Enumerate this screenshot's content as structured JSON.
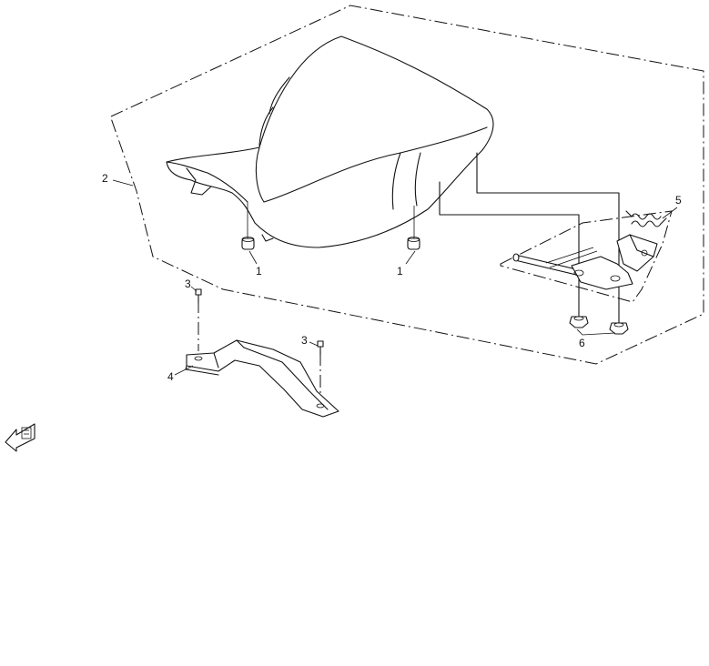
{
  "callouts": {
    "c1a": "1",
    "c1b": "1",
    "c2": "2",
    "c3a": "3",
    "c3b": "3",
    "c4": "4",
    "c5": "5",
    "c6": "6"
  },
  "parts": [
    {
      "number": "1",
      "name": "seat-rubber-cushion"
    },
    {
      "number": "2",
      "name": "seat-assembly"
    },
    {
      "number": "3",
      "name": "bolt"
    },
    {
      "number": "4",
      "name": "seat-support-bracket"
    },
    {
      "number": "5",
      "name": "seat-lock-assembly"
    },
    {
      "number": "6",
      "name": "nut"
    }
  ],
  "front_indicator_icon": "front-arrow-icon"
}
